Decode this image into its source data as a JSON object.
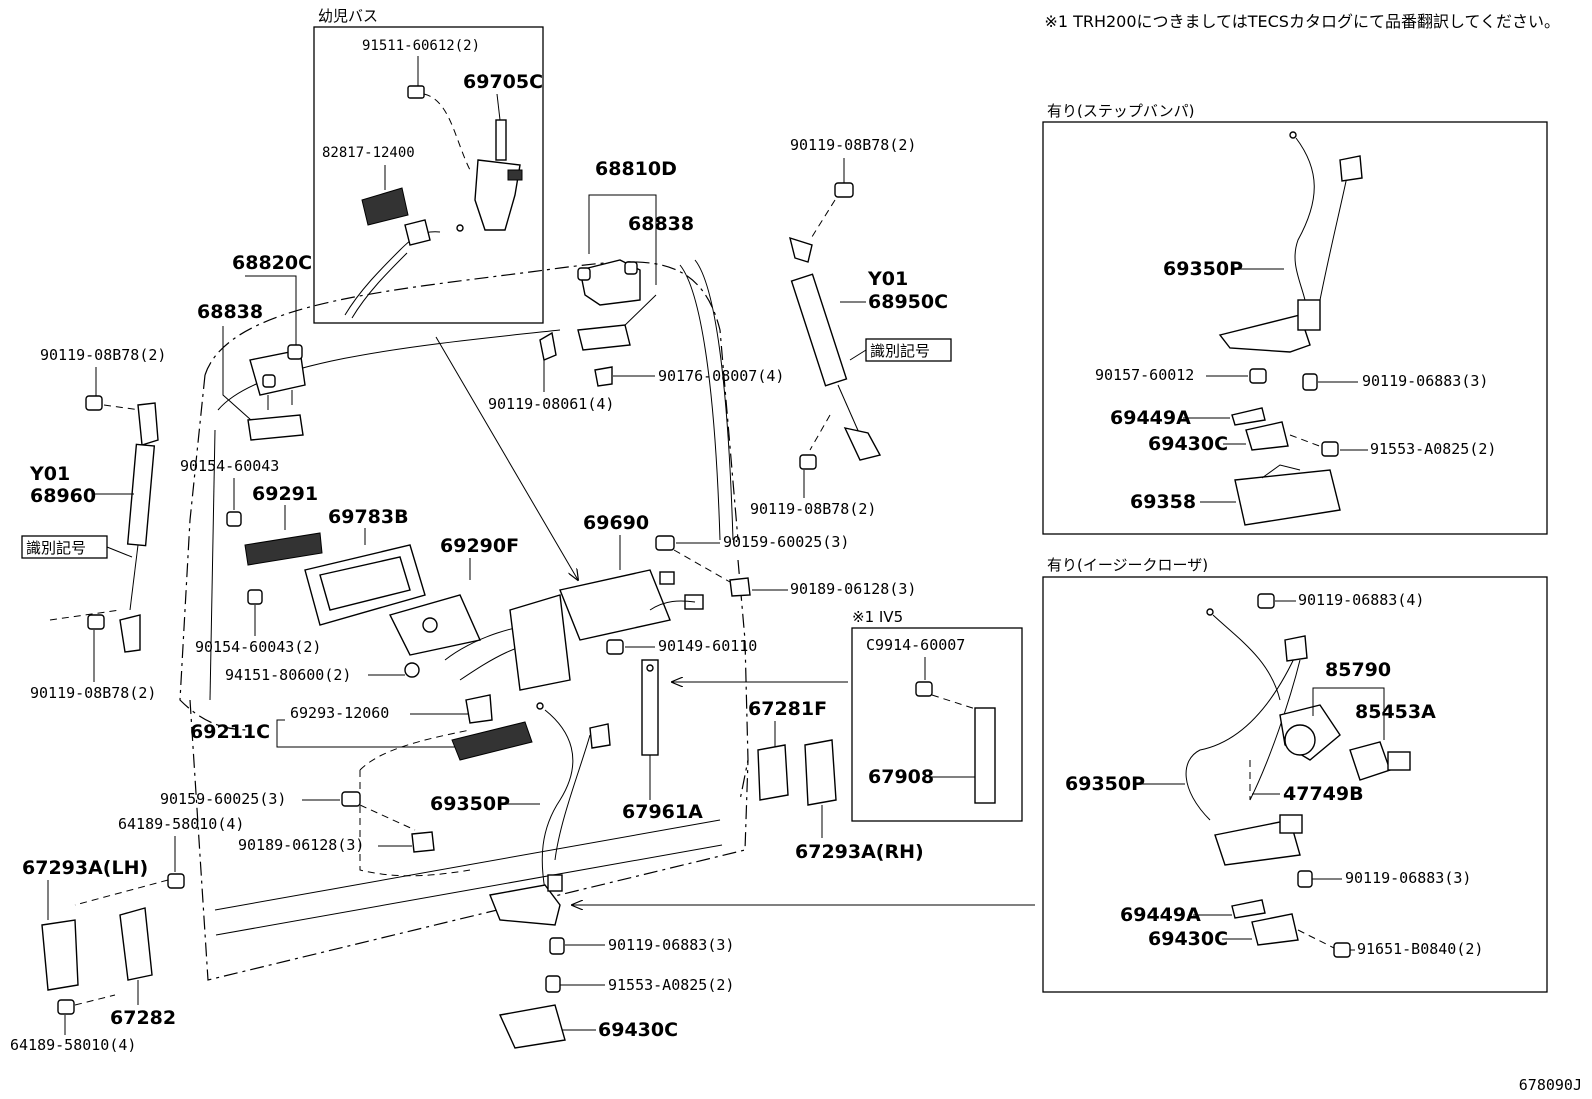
{
  "header_note": "※1 TRH200につきましてはTECSカタログにて品番翻訳してください。",
  "figure_code": "678090J",
  "subgroups": {
    "kindergarten_bus": "幼児バス",
    "step_bumper": "有り(ステップバンパ)",
    "easy_closer": "有り(イージークローザ)",
    "iv5": "※1 IV5"
  },
  "tags": {
    "id_mark_left": "識別記号",
    "id_mark_right": "識別記号"
  },
  "labels": {
    "p91511_60612": "91511-60612(2)",
    "p69705C": "69705C",
    "p82817_12400": "82817-12400",
    "p68810D": "68810D",
    "p68838_top": "68838",
    "p90119_08B78_top": "90119-08B78(2)",
    "Y01_right": "Y01",
    "p68950C": "68950C",
    "p68820C": "68820C",
    "p68838_left": "68838",
    "p90119_08B78_left": "90119-08B78(2)",
    "p90176_08007": "90176-08007(4)",
    "p90119_08061": "90119-08061(4)",
    "Y01_left": "Y01",
    "p68960": "68960",
    "p90154_60043": "90154-60043",
    "p69291": "69291",
    "p69783B": "69783B",
    "p69290F": "69290F",
    "p69690": "69690",
    "p90119_08B78_mid": "90119-08B78(2)",
    "p90159_60025_top": "90159-60025(3)",
    "p90189_06128_top": "90189-06128(3)",
    "p90154_60043_2": "90154-60043(2)",
    "p94151_80600": "94151-80600(2)",
    "p90149_60110": "90149-60110",
    "p90119_08B78_bot": "90119-08B78(2)",
    "p69293_12060": "69293-12060",
    "p69211C": "69211C",
    "p90159_60025_bot": "90159-60025(3)",
    "p69350P_mid": "69350P",
    "p67961A": "67961A",
    "p67281F": "67281F",
    "pC9914_60007": "C9914-60007",
    "p67908": "67908",
    "p64189_58010_top": "64189-58010(4)",
    "p90189_06128_bot": "90189-06128(3)",
    "p67293A_RH": "67293A(RH)",
    "p67293A_LH": "67293A(LH)",
    "p90119_06883_mid": "90119-06883(3)",
    "p91553_A0825_mid": "91553-A0825(2)",
    "p67282": "67282",
    "p69430C_mid": "69430C",
    "p64189_58010_bot": "64189-58010(4)",
    "s_69350P": "69350P",
    "s_90157_60012": "90157-60012",
    "s_90119_06883": "90119-06883(3)",
    "s_69449A": "69449A",
    "s_69430C": "69430C",
    "s_91553_A0825": "91553-A0825(2)",
    "s_69358": "69358",
    "e_90119_06883_top": "90119-06883(4)",
    "e_85790": "85790",
    "e_85453A": "85453A",
    "e_69350P": "69350P",
    "e_47749B": "47749B",
    "e_90119_06883_bot": "90119-06883(3)",
    "e_69449A": "69449A",
    "e_69430C": "69430C",
    "e_91651_B0840": "91651-B0840(2)"
  }
}
